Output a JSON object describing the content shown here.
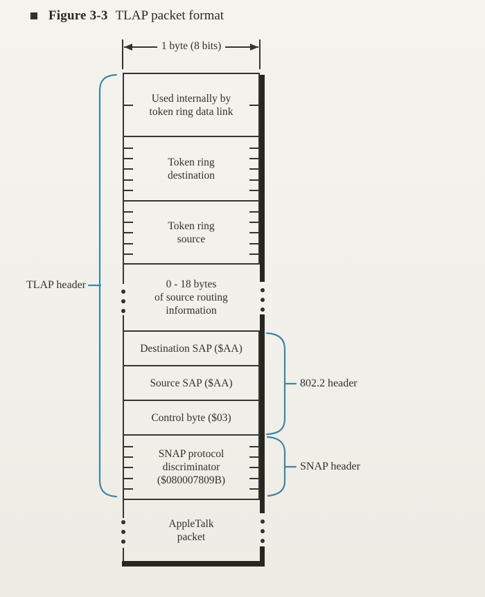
{
  "figure": {
    "bullet_icon": "square-bullet",
    "number": "Figure 3-3",
    "caption": "TLAP packet format"
  },
  "scale": {
    "label": "1 byte (8 bits)"
  },
  "packet": {
    "rows": [
      {
        "label": "Used internally by\ntoken ring data link",
        "byte_divisions": 2
      },
      {
        "label": "Token ring\ndestination",
        "byte_divisions": 6
      },
      {
        "label": "Token ring\nsource",
        "byte_divisions": 6
      },
      {
        "label": "0 - 18 bytes\nof source routing\ninformation",
        "variable_length": true
      },
      {
        "label": "Destination SAP ($AA)",
        "byte_divisions": 1
      },
      {
        "label": "Source SAP ($AA)",
        "byte_divisions": 1
      },
      {
        "label": "Control byte ($03)",
        "byte_divisions": 1
      },
      {
        "label": "SNAP protocol\ndiscriminator\n($080007809B)",
        "byte_divisions": 6
      },
      {
        "label": "AppleTalk\npacket",
        "variable_length": true
      }
    ]
  },
  "annotations": {
    "tlap_header": "TLAP header",
    "ieee8022_header": "802.2 header",
    "snap_header": "SNAP header"
  },
  "colors": {
    "brace": "#3b87a4",
    "line": "#38332e",
    "background": "#f3f1eb"
  }
}
